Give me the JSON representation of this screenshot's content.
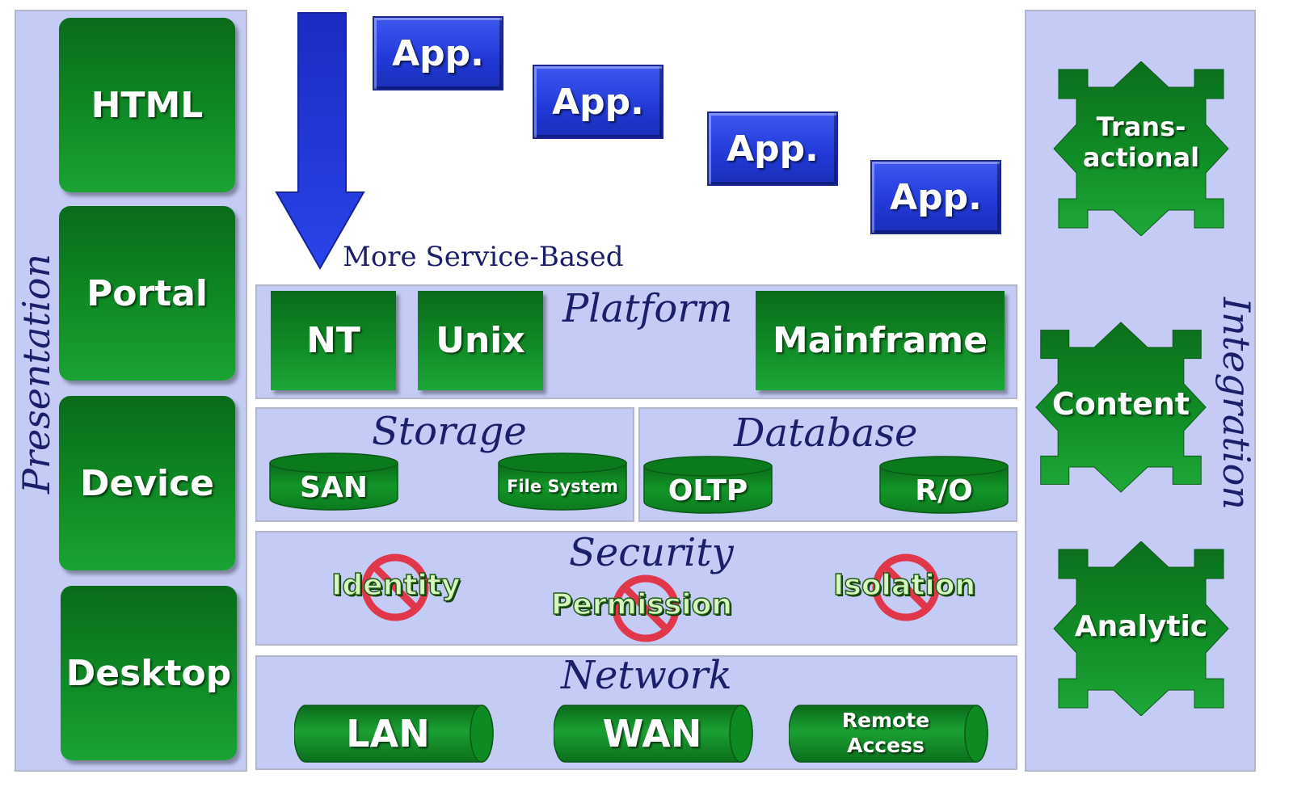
{
  "presentation": {
    "title": "Presentation",
    "items": [
      "HTML",
      "Portal",
      "Device",
      "Desktop"
    ]
  },
  "integration": {
    "title": "Integration",
    "items": [
      {
        "line1": "Trans-",
        "line2": "actional"
      },
      {
        "line1": "Content",
        "line2": ""
      },
      {
        "line1": "Analytic",
        "line2": ""
      }
    ]
  },
  "apps": [
    "App.",
    "App.",
    "App.",
    "App."
  ],
  "arrow_label": "More Service-Based",
  "platform": {
    "title": "Platform",
    "items": [
      "NT",
      "Unix",
      "Mainframe"
    ]
  },
  "storage": {
    "title": "Storage",
    "items": [
      "SAN",
      "File System"
    ]
  },
  "database": {
    "title": "Database",
    "items": [
      "OLTP",
      "R/O"
    ]
  },
  "security": {
    "title": "Security",
    "items": [
      "Identity",
      "Permission",
      "Isolation"
    ]
  },
  "network": {
    "title": "Network",
    "items": [
      {
        "line1": "LAN",
        "line2": ""
      },
      {
        "line1": "WAN",
        "line2": ""
      },
      {
        "line1": "Remote",
        "line2": "Access"
      }
    ]
  },
  "colors": {
    "panel_bg": "#c4ccf6",
    "green": "#0f8a25",
    "blue": "#2138d6",
    "title_navy": "#1b1f6a",
    "no_sign": "#e0384a"
  }
}
